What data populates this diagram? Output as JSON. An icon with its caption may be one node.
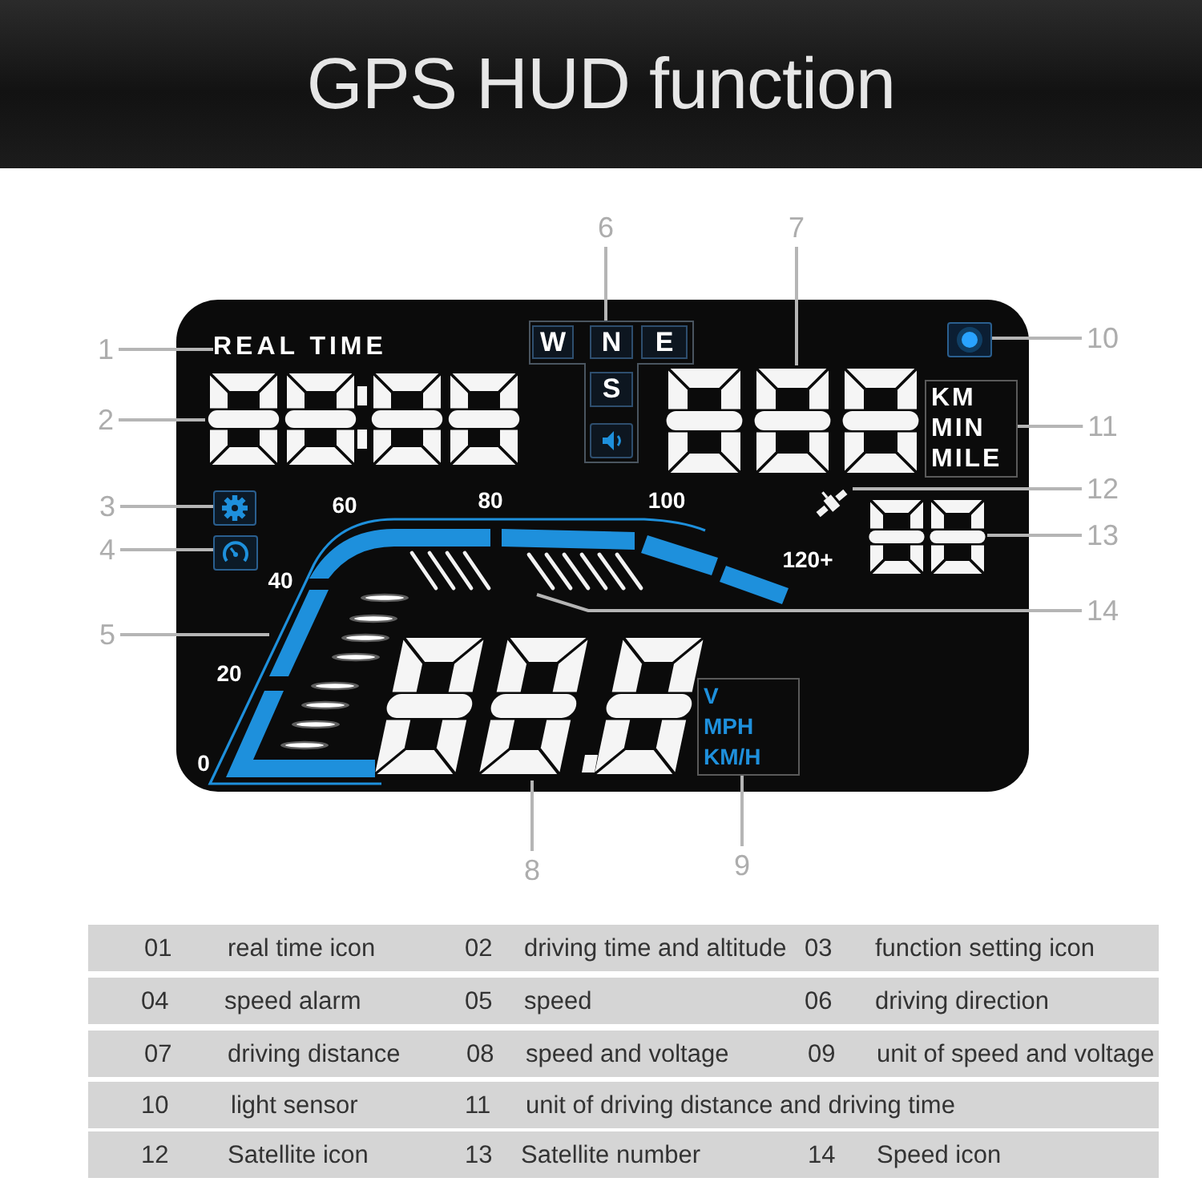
{
  "diagram": {
    "title": "GPS HUD function",
    "nodes": [
      {
        "text": [
          "1"
        ]
      },
      {
        "text": [
          "REAL TIME"
        ]
      },
      {
        "text": [
          "2"
        ]
      },
      {
        "text": [],
        "shape": "picture"
      },
      {
        "text": [
          "3"
        ]
      },
      {
        "text": [],
        "shape": "picture"
      },
      {
        "text": [
          "4"
        ]
      },
      {
        "text": [],
        "shape": "picture"
      },
      {
        "text": [
          "5"
        ]
      },
      {
        "text": [],
        "shape": "bar"
      },
      {
        "text": [
          "6"
        ]
      },
      {
        "text": [
          "W",
          "N",
          "E",
          "S"
        ]
      },
      {
        "text": [
          "7"
        ]
      },
      {
        "text": [],
        "shape": "picture"
      },
      {
        "text": [
          "8"
        ]
      },
      {
        "text": [],
        "shape": "picture"
      },
      {
        "text": [
          "9"
        ]
      },
      {
        "text": [
          "V",
          "MPH",
          "KM/H"
        ]
      },
      {
        "text": [
          "10"
        ]
      },
      {
        "text": [],
        "shape": "picture"
      },
      {
        "text": [
          "11"
        ]
      },
      {
        "text": [
          "KM",
          "MIN",
          "MILE"
        ]
      },
      {
        "text": [
          "12"
        ]
      },
      {
        "text": [],
        "shape": "picture"
      },
      {
        "text": [
          "13"
        ]
      },
      {
        "text": [],
        "shape": "picture"
      },
      {
        "text": [
          "14"
        ]
      },
      {
        "text": [],
        "shape": "picture"
      }
    ],
    "edges": [
      {
        "from": 0,
        "to": 1,
        "arrow": "none"
      },
      {
        "from": 2,
        "to": 3,
        "arrow": "none"
      },
      {
        "from": 4,
        "to": 5,
        "arrow": "none"
      },
      {
        "from": 6,
        "to": 7,
        "arrow": "none"
      },
      {
        "from": 8,
        "to": 9,
        "arrow": "none"
      },
      {
        "from": 10,
        "to": 11,
        "arrow": "none"
      },
      {
        "from": 12,
        "to": 13,
        "arrow": "none"
      },
      {
        "from": 14,
        "to": 15,
        "arrow": "none"
      },
      {
        "from": 16,
        "to": 17,
        "arrow": "none"
      },
      {
        "from": 18,
        "to": 19,
        "arrow": "none"
      },
      {
        "from": 20,
        "to": 21,
        "arrow": "none"
      },
      {
        "from": 22,
        "to": 23,
        "arrow": "none"
      },
      {
        "from": 24,
        "to": 25,
        "arrow": "none"
      },
      {
        "from": 26,
        "to": 27,
        "arrow": "none"
      }
    ],
    "labels": [
      "60",
      "80",
      "100",
      "120+",
      "40",
      "20",
      "0",
      "01",
      "real time icon",
      "02",
      "driving time and altitude",
      "03",
      "function setting icon",
      "04",
      "speed alarm",
      "05",
      "speed",
      "06",
      "driving direction",
      "07",
      "driving distance",
      "08",
      "speed and voltage",
      "09",
      "unit of speed and voltage",
      "10",
      "light sensor",
      "11",
      "unit of driving distance and driving time",
      "12",
      "Satellite icon",
      "13",
      "Satellite number",
      "14",
      "Speed icon"
    ]
  }
}
